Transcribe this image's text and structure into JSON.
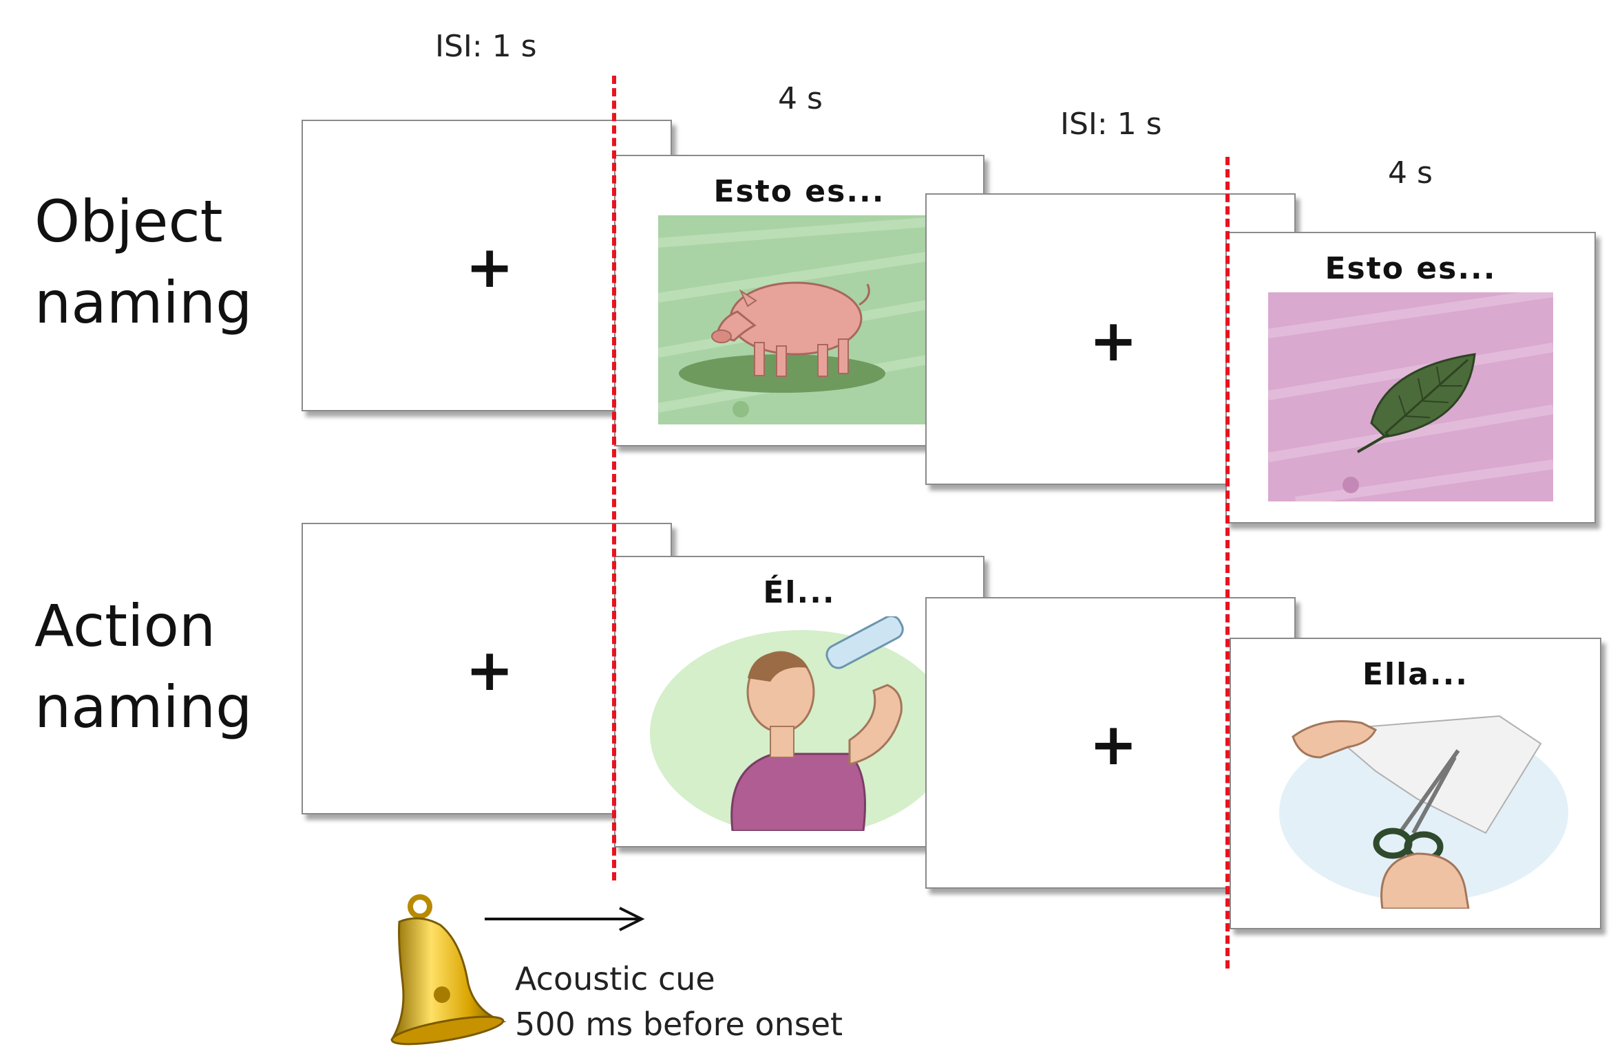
{
  "rows": {
    "object": {
      "label_line1": "Object",
      "label_line2": "naming",
      "prompt_1": "Esto es...",
      "prompt_2": "Esto es..."
    },
    "action": {
      "label_line1": "Action",
      "label_line2": "naming",
      "prompt_1": "Él...",
      "prompt_2": "Ella..."
    }
  },
  "timings": {
    "isi_1": "ISI: 1 s",
    "stim_1": "4 s",
    "isi_2": "ISI: 1 s",
    "stim_2": "4 s"
  },
  "fixation": {
    "symbol": "+"
  },
  "cue": {
    "line1": "Acoustic cue",
    "line2": "500 ms before onset"
  },
  "icons": [
    "bell-icon",
    "pig-illustration",
    "leaf-illustration",
    "man-drinking-illustration",
    "hands-cutting-paper-illustration"
  ],
  "colors": {
    "marker_line": "#e8131f",
    "pig_background": "#a9d3a4",
    "leaf_background": "#d9a9cf"
  }
}
